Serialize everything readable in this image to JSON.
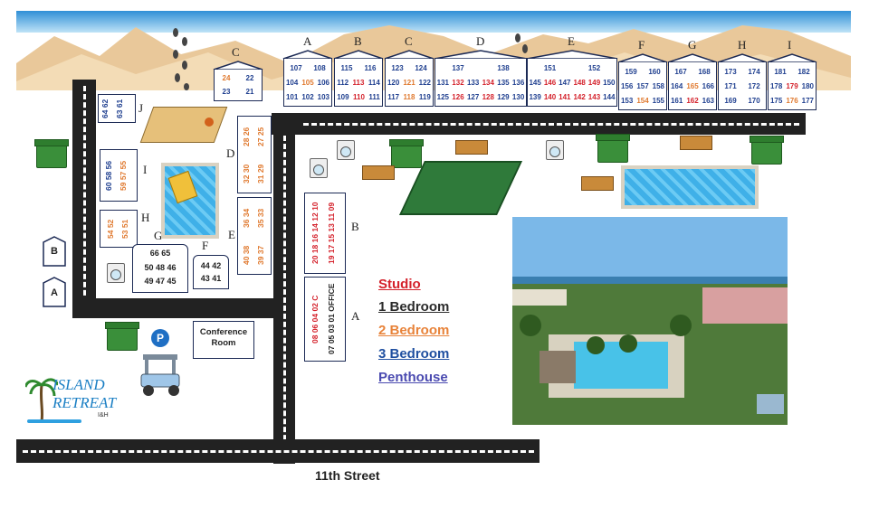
{
  "map": {
    "buildings_top": [
      {
        "letter": "C",
        "units": [
          [
            "24",
            "22"
          ],
          [
            "23",
            "21"
          ]
        ],
        "colors": [
          [
            "u2",
            "u1"
          ],
          [
            "u1",
            "u1"
          ]
        ]
      },
      {
        "letter": "A",
        "units": [
          [
            "107",
            "108",
            ""
          ],
          [
            "104",
            "105",
            "106"
          ],
          [
            "101",
            "102",
            "103"
          ]
        ],
        "colors": [
          [
            "u1",
            "u1",
            ""
          ],
          [
            "u1",
            "u2",
            "u1"
          ],
          [
            "u1",
            "u1",
            "u1"
          ]
        ]
      },
      {
        "letter": "B",
        "units": [
          [
            "115",
            "116",
            ""
          ],
          [
            "112",
            "113",
            "114"
          ],
          [
            "109",
            "110",
            "111"
          ]
        ],
        "colors": [
          [
            "u1",
            "u1",
            ""
          ],
          [
            "u1",
            "us",
            "u1"
          ],
          [
            "u1",
            "us",
            "u1"
          ]
        ]
      },
      {
        "letter": "C",
        "units": [
          [
            "123",
            "124",
            ""
          ],
          [
            "120",
            "121",
            "122"
          ],
          [
            "117",
            "118",
            "119"
          ]
        ],
        "colors": [
          [
            "u1",
            "u1",
            ""
          ],
          [
            "u1",
            "u2",
            "u1"
          ],
          [
            "u1",
            "u2",
            "u1"
          ]
        ]
      },
      {
        "letter": "D",
        "units": [
          [
            "137",
            "138"
          ],
          [
            "131",
            "132",
            "133",
            "134",
            "135",
            "136"
          ],
          [
            "125",
            "126",
            "127",
            "128",
            "129",
            "130"
          ]
        ],
        "colors": [
          [
            "u1",
            "u1"
          ],
          [
            "u1",
            "us",
            "u1",
            "us",
            "u1",
            "u1"
          ],
          [
            "u1",
            "us",
            "u1",
            "us",
            "u1",
            "u1"
          ]
        ]
      },
      {
        "letter": "E",
        "units": [
          [
            "151",
            "152"
          ],
          [
            "145",
            "146",
            "147",
            "148",
            "149",
            "150"
          ],
          [
            "139",
            "140",
            "141",
            "142",
            "143",
            "144"
          ]
        ],
        "colors": [
          [
            "u1",
            "u1"
          ],
          [
            "u1",
            "us",
            "u1",
            "us",
            "us",
            "u1"
          ],
          [
            "u1",
            "us",
            "us",
            "us",
            "us",
            "u1"
          ]
        ]
      },
      {
        "letter": "F",
        "units": [
          [
            "159",
            "160",
            ""
          ],
          [
            "156",
            "157",
            "158"
          ],
          [
            "153",
            "154",
            "155"
          ]
        ],
        "colors": [
          [
            "u1",
            "u1",
            ""
          ],
          [
            "u1",
            "u1",
            "u1"
          ],
          [
            "u1",
            "u2",
            "u1"
          ]
        ]
      },
      {
        "letter": "G",
        "units": [
          [
            "167",
            "168",
            ""
          ],
          [
            "164",
            "165",
            "166"
          ],
          [
            "161",
            "162",
            "163"
          ]
        ],
        "colors": [
          [
            "u1",
            "u1",
            ""
          ],
          [
            "u1",
            "u2",
            "u1"
          ],
          [
            "u1",
            "us",
            "u1"
          ]
        ]
      },
      {
        "letter": "H",
        "units": [
          [
            "173",
            "174",
            ""
          ],
          [
            "171",
            "172",
            ""
          ],
          [
            "169",
            "170",
            ""
          ]
        ],
        "colors": [
          [
            "u1",
            "u1",
            ""
          ],
          [
            "u1",
            "u1",
            ""
          ],
          [
            "u1",
            "u1",
            ""
          ]
        ]
      },
      {
        "letter": "I",
        "units": [
          [
            "181",
            "182",
            ""
          ],
          [
            "178",
            "179",
            "180"
          ],
          [
            "175",
            "176",
            "177"
          ]
        ],
        "colors": [
          [
            "u1",
            "u1",
            ""
          ],
          [
            "u1",
            "us",
            "u1"
          ],
          [
            "u1",
            "u2",
            "u1"
          ]
        ]
      }
    ],
    "building_J": {
      "letter": "J",
      "rows": [
        "64 62",
        "63 61"
      ]
    },
    "building_I_left": {
      "letter": "I",
      "rows": [
        "60 58 56",
        "59 57 55"
      ]
    },
    "building_H_left": {
      "letter": "H",
      "rows": [
        "54 52",
        "53 51"
      ]
    },
    "building_G": {
      "letter": "G",
      "rows": [
        "66 65",
        "50 48 46",
        "49 47 45"
      ]
    },
    "building_F": {
      "letter": "F",
      "rows": [
        "44 42",
        "43 41"
      ]
    },
    "building_D": {
      "letter": "D",
      "rows": [
        "28 26",
        "27 25",
        "32 30",
        "31 29"
      ]
    },
    "building_E": {
      "letter": "E",
      "rows": [
        "36 34",
        "35 33",
        "40 38",
        "39 37"
      ]
    },
    "building_B": {
      "letter": "B",
      "rows": [
        "20 18 16 14 12 10",
        "19 17 15 13 11 09"
      ]
    },
    "building_A": {
      "letter": "A",
      "rows": [
        "08 06 04 02 C",
        "07 05 03 01 OFFICE"
      ]
    },
    "side_markers": [
      "B",
      "A"
    ],
    "conference_room": "Conference Room",
    "parking_symbol": "P",
    "street": "11th Street",
    "logo": {
      "line1": "ISLAND",
      "line2": "RETREAT",
      "line3": "I&H"
    },
    "legend": [
      {
        "label": "Studio",
        "color": "#d4212b"
      },
      {
        "label": "1 Bedroom",
        "color": "#2b2b2b"
      },
      {
        "label": "2 Bedroom",
        "color": "#e8833a"
      },
      {
        "label": "3 Bedroom",
        "color": "#1f4fa0"
      },
      {
        "label": "Penthouse",
        "color": "#4a4ab0"
      }
    ]
  }
}
